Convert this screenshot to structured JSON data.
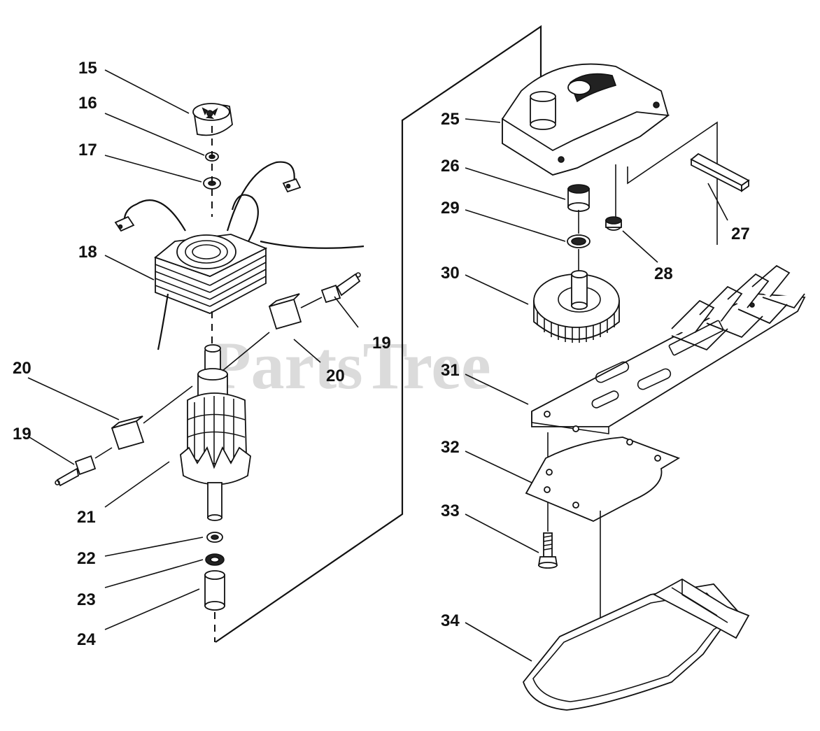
{
  "watermark": "PartsTree",
  "labels": {
    "p15": "15",
    "p16": "16",
    "p17": "17",
    "p18": "18",
    "p19a": "19",
    "p19b": "19",
    "p20a": "20",
    "p20b": "20",
    "p21": "21",
    "p22": "22",
    "p23": "23",
    "p24": "24",
    "p25": "25",
    "p26": "26",
    "p27": "27",
    "p28": "28",
    "p29": "29",
    "p30": "30",
    "p31": "31",
    "p32": "32",
    "p33": "33",
    "p34": "34"
  }
}
